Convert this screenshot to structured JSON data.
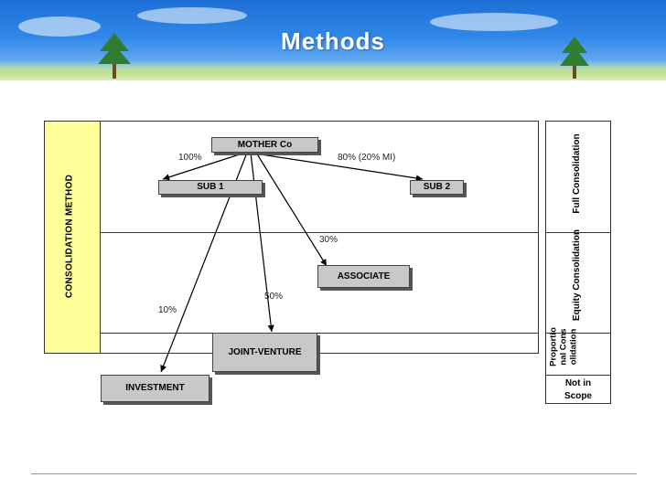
{
  "title": "Methods",
  "method_column_label": "CONSOLIDATION METHOD",
  "entities": {
    "mother": "MOTHER Co",
    "sub1": "SUB 1",
    "sub2": "SUB 2",
    "associate": "ASSOCIATE",
    "joint_venture": "JOINT-VENTURE",
    "investment": "INVESTMENT"
  },
  "percentages": {
    "sub1": "100%",
    "sub2": "80% (20% MI)",
    "associate": "30%",
    "joint_venture": "50%",
    "investment": "10%"
  },
  "methods": {
    "full": "Full Consolidation",
    "equity": "Equity Consolidation",
    "proportional": "Proportional Consolidation",
    "not_in_scope": "Not in Scope"
  },
  "colors": {
    "method_column": "#ffff99",
    "entity_box": "#c8c8c8",
    "title": "#ffffff"
  }
}
